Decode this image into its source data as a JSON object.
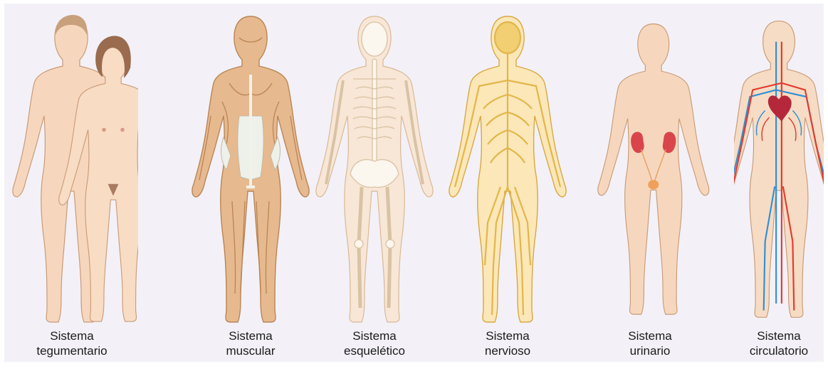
{
  "panels": [
    {
      "id": "tegumentario",
      "line1": "Sistema",
      "line2": "tegumentario"
    },
    {
      "id": "muscular",
      "line1": "Sistema",
      "line2": "muscular"
    },
    {
      "id": "esqueletico",
      "line1": "Sistema",
      "line2": "esquelético"
    },
    {
      "id": "nervioso",
      "line1": "Sistema",
      "line2": "nervioso"
    },
    {
      "id": "urinario",
      "line1": "Sistema",
      "line2": "urinario"
    },
    {
      "id": "circulatorio",
      "line1": "Sistema",
      "line2": "circulatorio"
    }
  ],
  "colors": {
    "background": "#f3f1f7",
    "skin": "#f6d7bd",
    "skin_outline": "#c99a78",
    "hair_male": "#c9a07c",
    "hair_female": "#9a6b4e",
    "muscle": "#e7b98f",
    "muscle_line": "#b98556",
    "bone": "#fbf1e3",
    "bone_line": "#d9c3a5",
    "nerve": "#e2b64a",
    "kidney": "#d9454b",
    "artery": "#e23a2e",
    "vein": "#2f8fd6"
  }
}
